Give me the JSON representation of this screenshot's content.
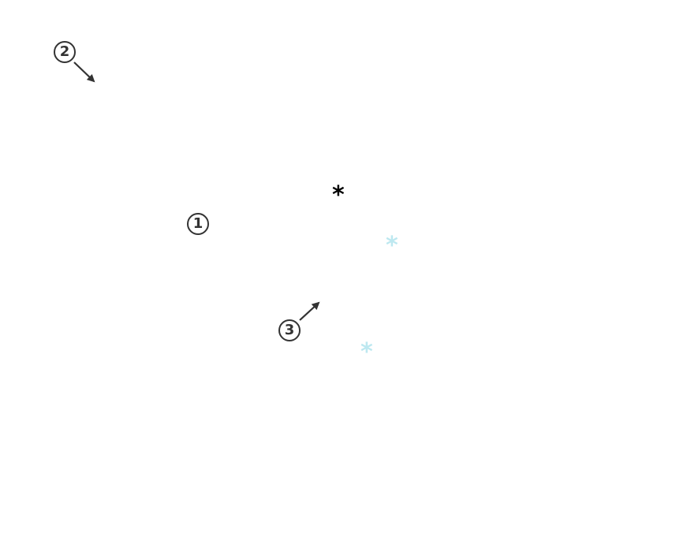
{
  "markers": [
    {
      "label": "1"
    },
    {
      "label": "2"
    },
    {
      "label": "3"
    }
  ],
  "stars": [
    {
      "glyph": "*",
      "color": "#000000"
    },
    {
      "glyph": "*",
      "color": "#bde8f0"
    },
    {
      "glyph": "*",
      "color": "#bde8f0"
    }
  ],
  "colors": {
    "marker": "#333333",
    "arrow": "#333333",
    "background": "#ffffff"
  }
}
